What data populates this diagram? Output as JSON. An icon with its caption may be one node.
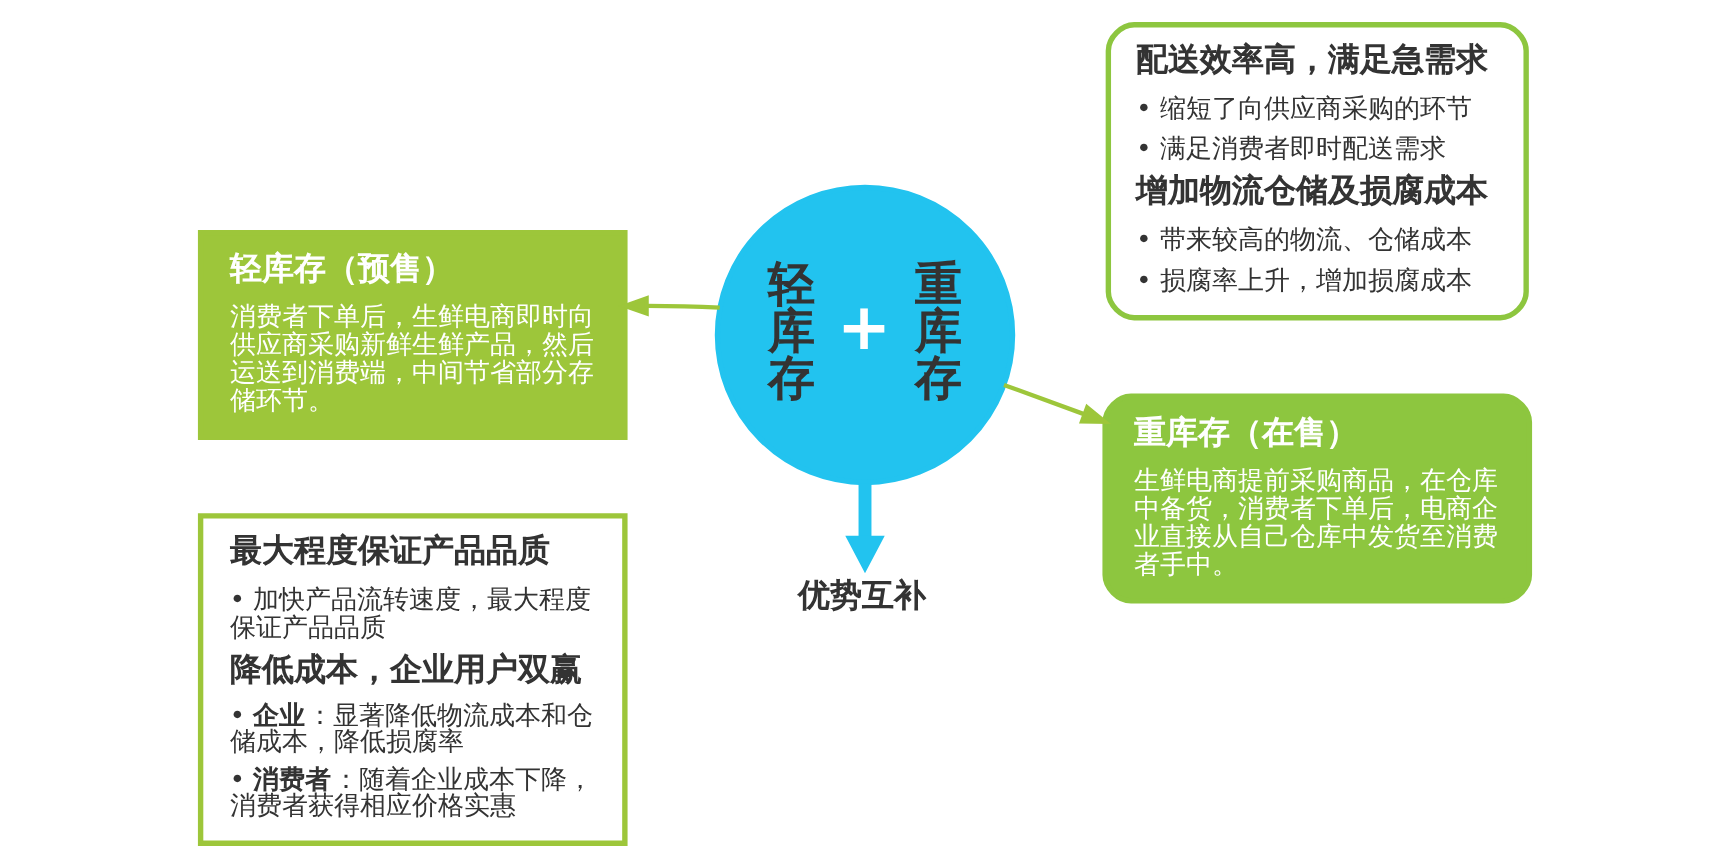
{
  "diagram": {
    "nodes": [
      {
        "text": [
          "轻库存（预售）",
          "消费者下单后，生鲜电商即时向供应商采购新鲜生鲜产品，然后运送到消费端，中间节省部分存储环节。"
        ]
      },
      {
        "text": [
          "最大程度保证产品品质",
          "• 加快产品流转速度，最大程度保证产品品质",
          "降低成本，企业用户双赢",
          "• **企业**：显著降低物流成本和仓储成本，降低损腐率",
          "• **消费者**：随着企业成本下降，消费者获得相应价格实惠"
        ]
      },
      {
        "text": [
          "轻库存",
          "+",
          "重库存"
        ]
      },
      {
        "text": [
          "配送效率高，满足急需求",
          "• 缩短了向供应商采购的环节",
          "• 满足消费者即时配送需求",
          "增加物流仓储及损腐成本",
          "• 带来较高的物流、仓储成本",
          "• 损腐率上升，增加损腐成本"
        ]
      },
      {
        "text": [
          "重库存（在售）",
          "生鲜电商提前采购商品，在仓库中备货，消费者下单后，电商企业直接从自己仓库中发货至消费者手中。"
        ]
      },
      {
        "text": [
          "优势互补"
        ]
      }
    ],
    "edges": [
      {
        "from": 2,
        "to": 0,
        "arrow": "to"
      },
      {
        "from": 2,
        "to": 4,
        "arrow": "to"
      },
      {
        "from": 2,
        "to": 5,
        "arrow": "to",
        "style": "thick",
        "color": "#22c3ef"
      }
    ]
  }
}
